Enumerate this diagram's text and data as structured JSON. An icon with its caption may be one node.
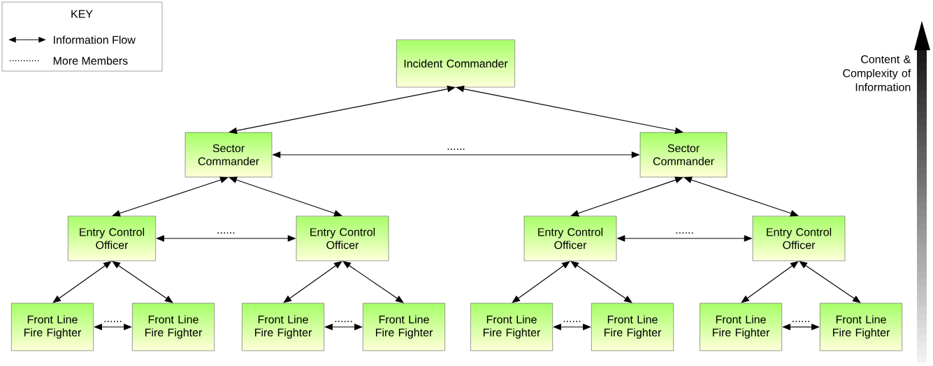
{
  "diagram": {
    "nodes": [
      {
        "text": [
          "Incident Commander"
        ]
      },
      {
        "text": [
          "Sector Commander"
        ]
      },
      {
        "text": [
          "Sector Commander"
        ]
      },
      {
        "text": [
          "Entry Control Officer"
        ]
      },
      {
        "text": [
          "Entry Control Officer"
        ]
      },
      {
        "text": [
          "Entry Control Officer"
        ]
      },
      {
        "text": [
          "Entry Control Officer"
        ]
      },
      {
        "text": [
          "Front Line Fire Fighter"
        ]
      },
      {
        "text": [
          "Front Line Fire Fighter"
        ]
      },
      {
        "text": [
          "Front Line Fire Fighter"
        ]
      },
      {
        "text": [
          "Front Line Fire Fighter"
        ]
      },
      {
        "text": [
          "Front Line Fire Fighter"
        ]
      },
      {
        "text": [
          "Front Line Fire Fighter"
        ]
      },
      {
        "text": [
          "Front Line Fire Fighter"
        ]
      },
      {
        "text": [
          "Front Line Fire Fighter"
        ]
      }
    ],
    "edges": [
      {
        "from": 0,
        "to": 1,
        "arrow": "both"
      },
      {
        "from": 0,
        "to": 2,
        "arrow": "both"
      },
      {
        "from": 1,
        "to": 2,
        "arrow": "both",
        "label": "......"
      },
      {
        "from": 1,
        "to": 3,
        "arrow": "both"
      },
      {
        "from": 1,
        "to": 4,
        "arrow": "both"
      },
      {
        "from": 3,
        "to": 4,
        "arrow": "both",
        "label": "......"
      },
      {
        "from": 2,
        "to": 5,
        "arrow": "both"
      },
      {
        "from": 2,
        "to": 6,
        "arrow": "both"
      },
      {
        "from": 5,
        "to": 6,
        "arrow": "both",
        "label": "......"
      },
      {
        "from": 3,
        "to": 7,
        "arrow": "both"
      },
      {
        "from": 3,
        "to": 8,
        "arrow": "both"
      },
      {
        "from": 7,
        "to": 8,
        "arrow": "both",
        "label": "......"
      },
      {
        "from": 4,
        "to": 9,
        "arrow": "both"
      },
      {
        "from": 4,
        "to": 10,
        "arrow": "both"
      },
      {
        "from": 9,
        "to": 10,
        "arrow": "both",
        "label": "......"
      },
      {
        "from": 5,
        "to": 11,
        "arrow": "both"
      },
      {
        "from": 5,
        "to": 12,
        "arrow": "both"
      },
      {
        "from": 11,
        "to": 12,
        "arrow": "both",
        "label": "......"
      },
      {
        "from": 6,
        "to": 13,
        "arrow": "both"
      },
      {
        "from": 6,
        "to": 14,
        "arrow": "both"
      },
      {
        "from": 13,
        "to": 14,
        "arrow": "both",
        "label": "......"
      }
    ],
    "labels": [
      "KEY",
      "Content & Complexity of Information"
    ],
    "legend": [
      {
        "text": "Information Flow"
      },
      {
        "text": "More Members"
      }
    ]
  }
}
